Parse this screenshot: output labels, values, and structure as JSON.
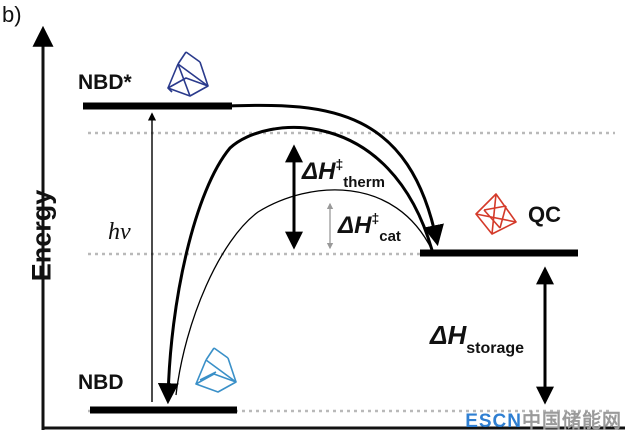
{
  "panel_label": "b)",
  "y_axis_label": "Energy",
  "states": {
    "excited": "NBD*",
    "ground": "NBD",
    "product": "QC"
  },
  "photon_label": "hv",
  "barriers": {
    "thermal": {
      "delta": "ΔH",
      "sup": "‡",
      "sub": "therm"
    },
    "catalytic": {
      "delta": "ΔH",
      "sup": "‡",
      "sub": "cat"
    }
  },
  "storage": {
    "delta": "ΔH",
    "sub": "storage"
  },
  "watermark": {
    "part1": "ESCN",
    "part2": "中国储能网"
  },
  "colors": {
    "axis": "#111111",
    "level": "#000000",
    "dotted_guide": "#b9b9b9",
    "nbd_star_molecule": "#2a3a8c",
    "nbd_molecule": "#3a90c8",
    "qc_molecule": "#d43a2a",
    "watermark_brand": "#2f7fd2",
    "watermark_text": "#9a9a9a"
  },
  "icons": [
    "norbornadiene-excited-icon",
    "norbornadiene-icon",
    "quadricyclane-icon"
  ]
}
